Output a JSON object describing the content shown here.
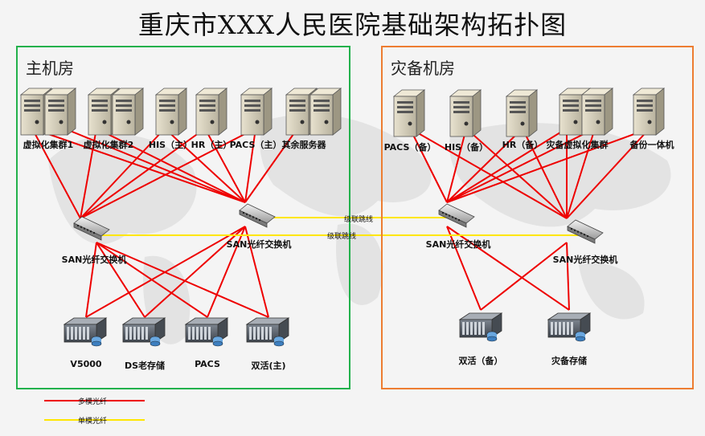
{
  "title": "重庆市XXX人民医院基础架构拓扑图",
  "rooms": {
    "main": {
      "label": "主机房"
    },
    "backup": {
      "label": "灾备机房"
    }
  },
  "main_servers": {
    "s1": "虚拟化集群1",
    "s2": "虚拟化集群2",
    "s3": "HIS（主）",
    "s4": "HR（主）",
    "s5": "PACS（主）",
    "s6": "其余服务器"
  },
  "backup_servers": {
    "s1": "PACS（备）",
    "s2": "HIS（备）",
    "s3": "HR（备）",
    "s4": "灾备虚拟化集群",
    "s5": "备份一体机"
  },
  "switches": {
    "main_left": "SAN光纤交换机",
    "main_right": "SAN光纤交换机",
    "backup_left": "SAN光纤交换机",
    "backup_right": "SAN光纤交换机"
  },
  "links": {
    "upper": "级联跳线",
    "lower": "级联跳线"
  },
  "main_storage": {
    "st1": "V5000",
    "st2": "DS老存储",
    "st3": "PACS",
    "st4": "双活(主)"
  },
  "backup_storage": {
    "st1": "双活（备）",
    "st2": "灾备存储"
  },
  "legend": {
    "multimode": "多模光纤",
    "singlemode": "单模光纤"
  },
  "colors": {
    "multimode": "#ee0000",
    "singlemode": "#ffe600",
    "main_room": "#22b14c",
    "backup_room": "#ed7d31"
  }
}
